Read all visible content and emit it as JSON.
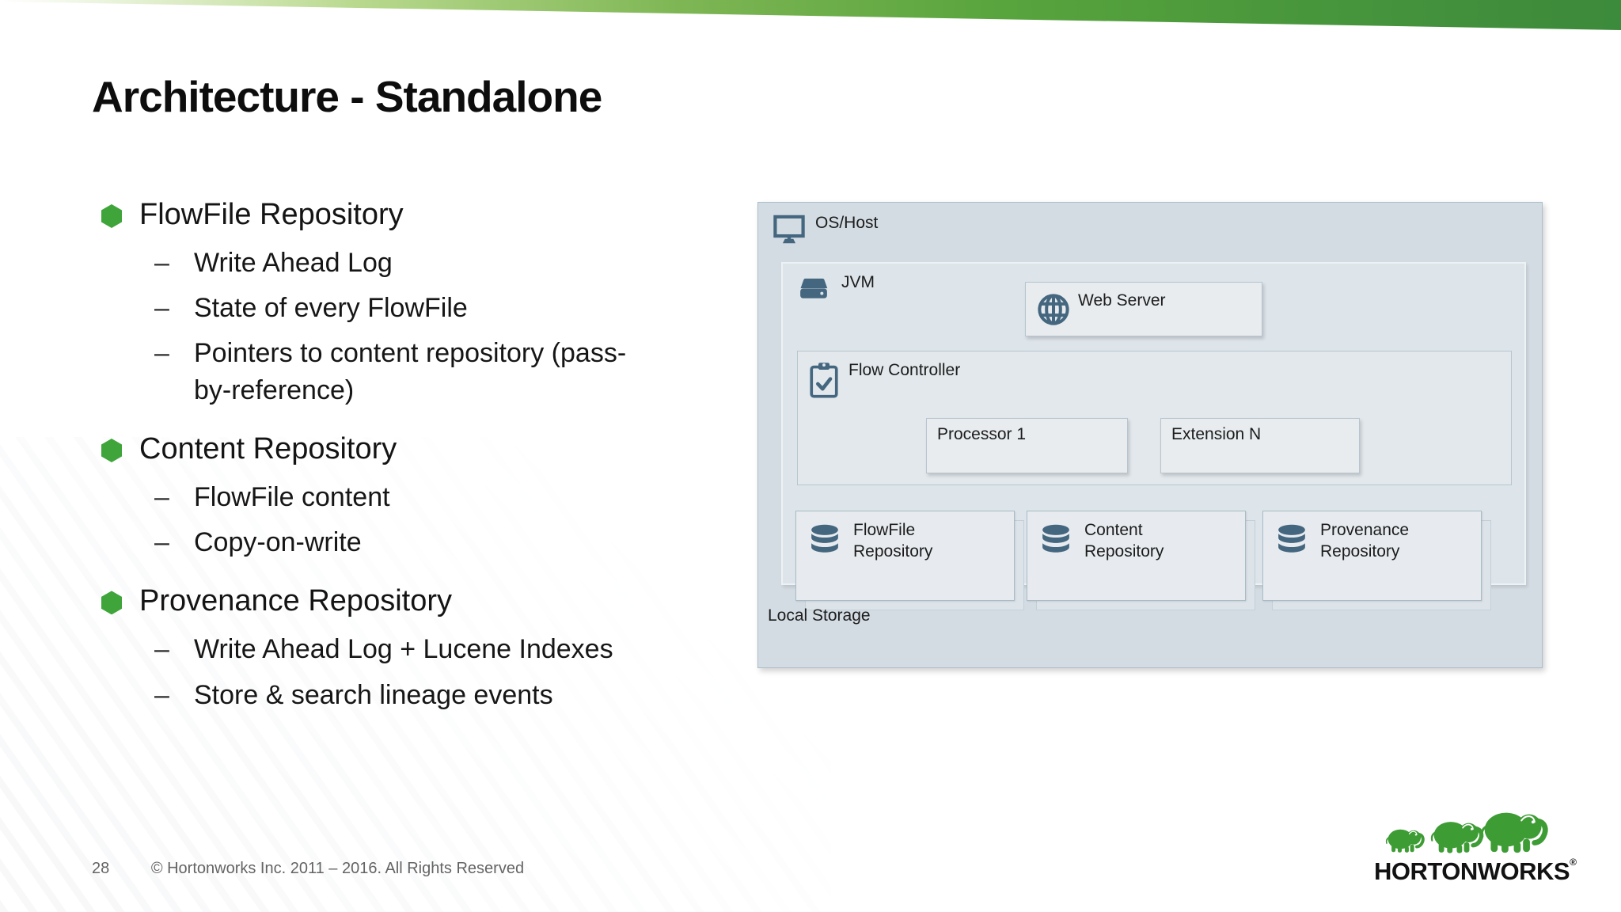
{
  "slide": {
    "title": "Architecture - Standalone",
    "page_number": "28",
    "copyright": "© Hortonworks Inc. 2011 – 2016. All Rights Reserved"
  },
  "colors": {
    "accent_green": "#3fa53b",
    "logo_green": "#3e9c35",
    "icon_slate": "#44667f"
  },
  "bullets": {
    "marker": "–",
    "groups": [
      {
        "title": "FlowFile Repository",
        "items": [
          "Write Ahead Log",
          "State of every FlowFile",
          "Pointers to content repository (pass-by-reference)"
        ]
      },
      {
        "title": "Content Repository",
        "items": [
          "FlowFile content",
          "Copy-on-write"
        ]
      },
      {
        "title": "Provenance Repository",
        "items": [
          "Write Ahead Log + Lucene Indexes",
          "Store & search lineage events"
        ]
      }
    ]
  },
  "diagram": {
    "os_host_label": "OS/Host",
    "jvm_label": "JVM",
    "web_server_label": "Web Server",
    "flow_controller_label": "Flow Controller",
    "processor_label": "Processor 1",
    "extension_label": "Extension N",
    "repositories": [
      {
        "label": "FlowFile Repository"
      },
      {
        "label": "Content Repository"
      },
      {
        "label": "Provenance Repository"
      }
    ],
    "local_storage_label": "Local Storage"
  },
  "logo": {
    "brand": "HORTONWORKS",
    "registered": "®"
  }
}
